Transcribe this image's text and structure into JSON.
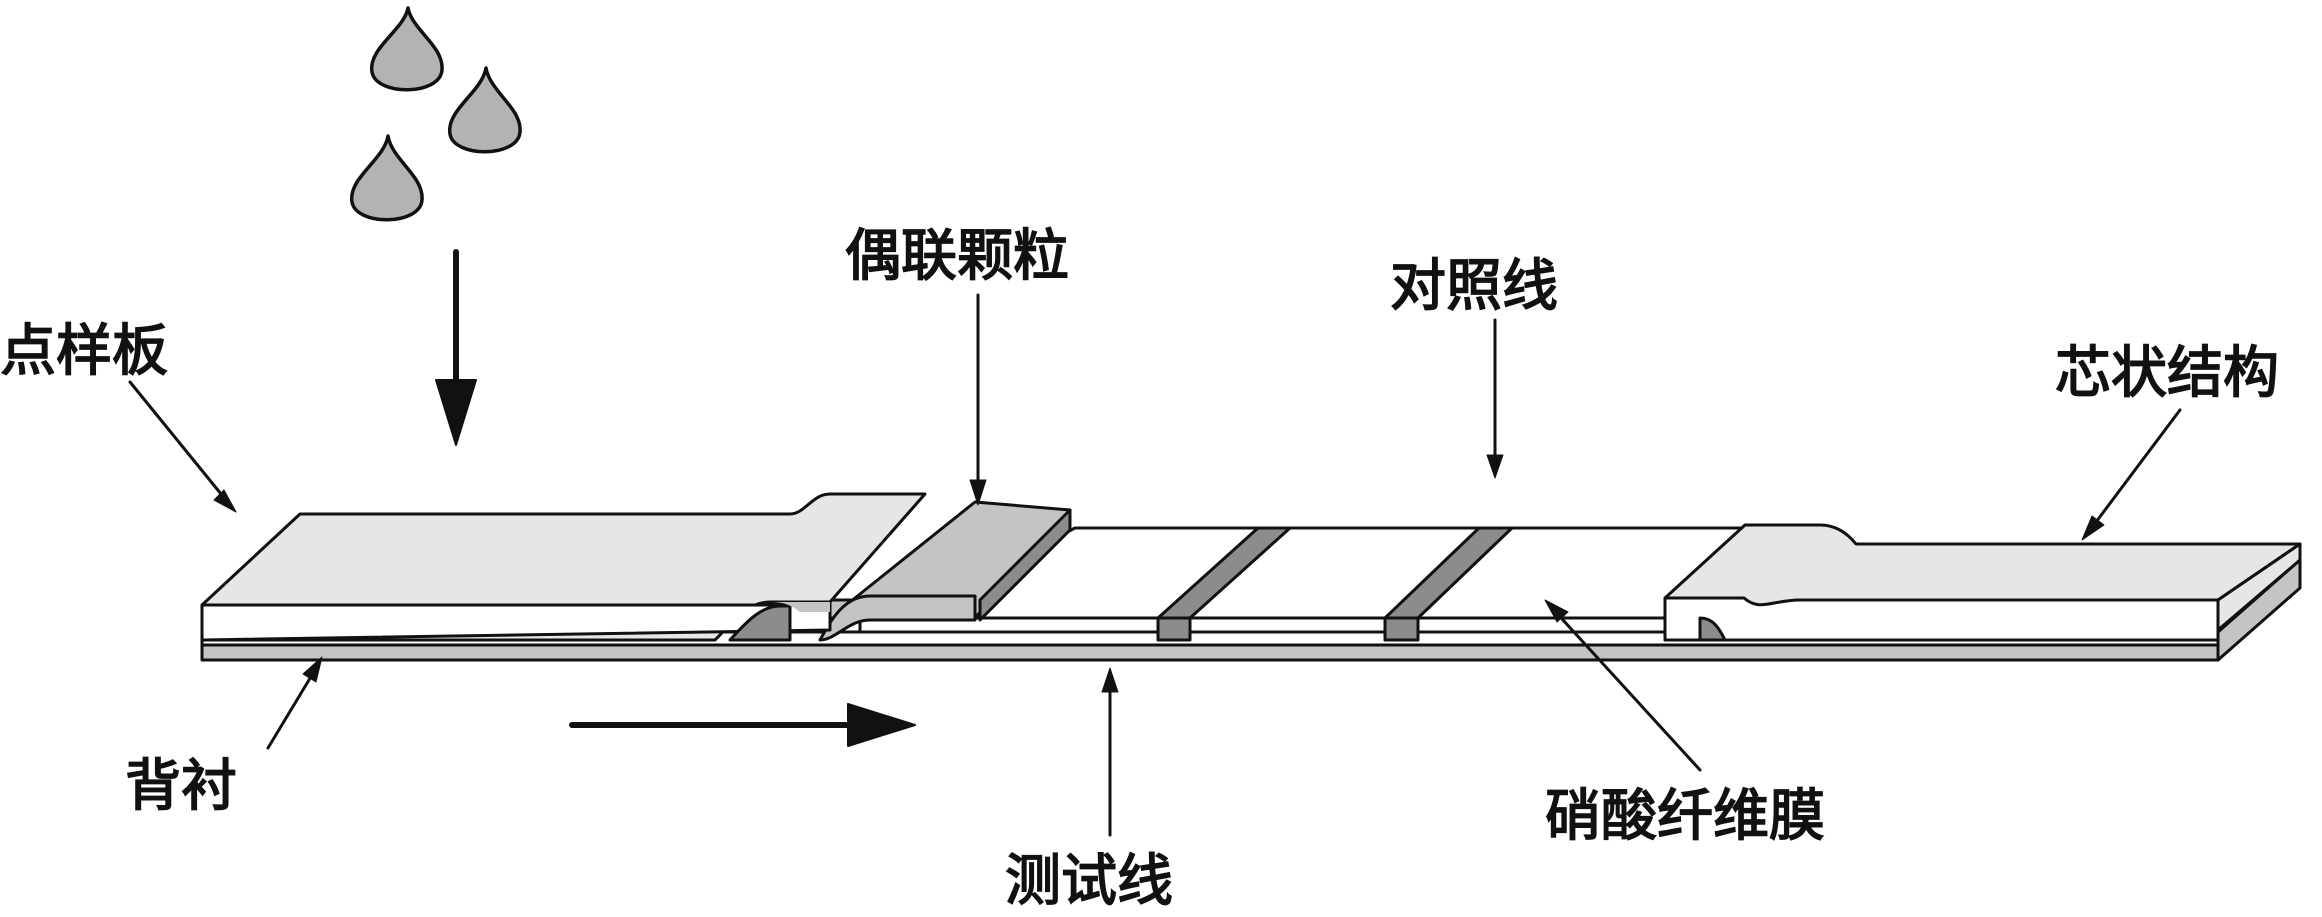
{
  "labels": {
    "sample_pad": "点样板",
    "conjugate_particles": "偶联颗粒",
    "control_line": "对照线",
    "wick_structure": "芯状结构",
    "backing": "背衬",
    "test_line": "测试线",
    "nitrocellulose_membrane": "硝酸纤维膜"
  },
  "colors": {
    "stroke": "#111111",
    "pad_light": "#e6e6e6",
    "pad_mid": "#c4c4c4",
    "band": "#8c8c8c",
    "drop": "#b3b3b3",
    "membrane": "#ffffff"
  }
}
